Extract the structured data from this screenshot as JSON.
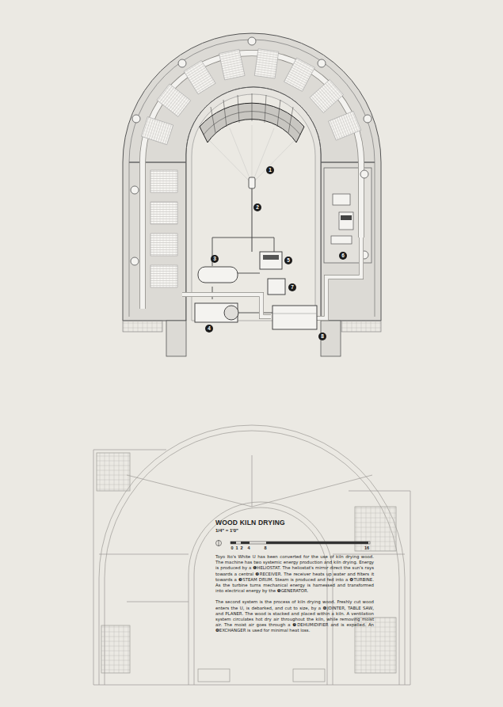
{
  "diagram": {
    "title": "WOOD KILN DRYING",
    "labels": [
      "1",
      "2",
      "3",
      "4",
      "5",
      "6",
      "7",
      "8",
      "1/4\" = 1'0\"",
      "0",
      "1",
      "2",
      "4",
      "8",
      "16",
      "Toyo Ito's White U has been converted for the use of kiln drying wood. The machine has two systemic energy production and kiln drying. Energy is produced by a ❶HELIOSTAT. The heliostat's mirror direct the sun's rays towards a central ❷RECEIVER. The receiver heats up water and filters it towards a ❸STEAM DRUM. Steam is produced and fed into a ❹TURBINE. As the turbine turns mechanical energy is harnessed and transformed into electrical energy by the ❺GENERATOR.",
      "The second system is the process of kiln drying wood. Freshly cut wood enters the U, is debarked, and cut to size, by a ❻JOINTER, TABLE SAW, and PLANER. The wood is stacked and placed within a kiln. A ventilation system circulates hot dry air throughout the kiln, while removing moist air. The moist air goes through a ❼DEHUMIDIFIER and is expelled. An ❽EXCHANGER is used for minimal heat loss."
    ]
  }
}
